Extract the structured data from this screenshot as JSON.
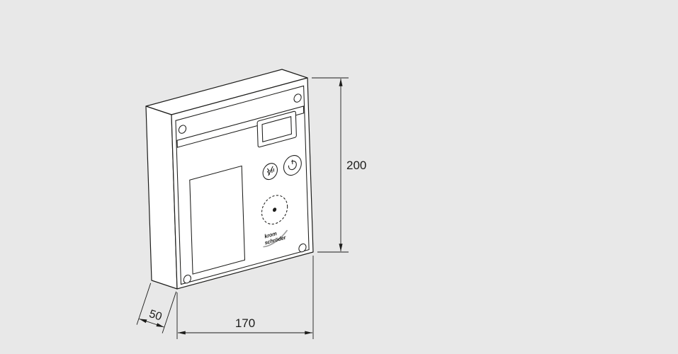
{
  "dimensions": {
    "height_mm": "200",
    "width_mm": "170",
    "depth_mm": "50"
  },
  "brand": {
    "line1": "krom",
    "line2": "schröder"
  },
  "icons": {
    "power": "power-icon",
    "reset": "reset-icon",
    "knob_marker": "knob-position-marker"
  },
  "colors": {
    "background": "#e8e8e8",
    "line": "#1d1d1b",
    "fill": "#ffffff",
    "swoosh": "#9e9e9e"
  }
}
